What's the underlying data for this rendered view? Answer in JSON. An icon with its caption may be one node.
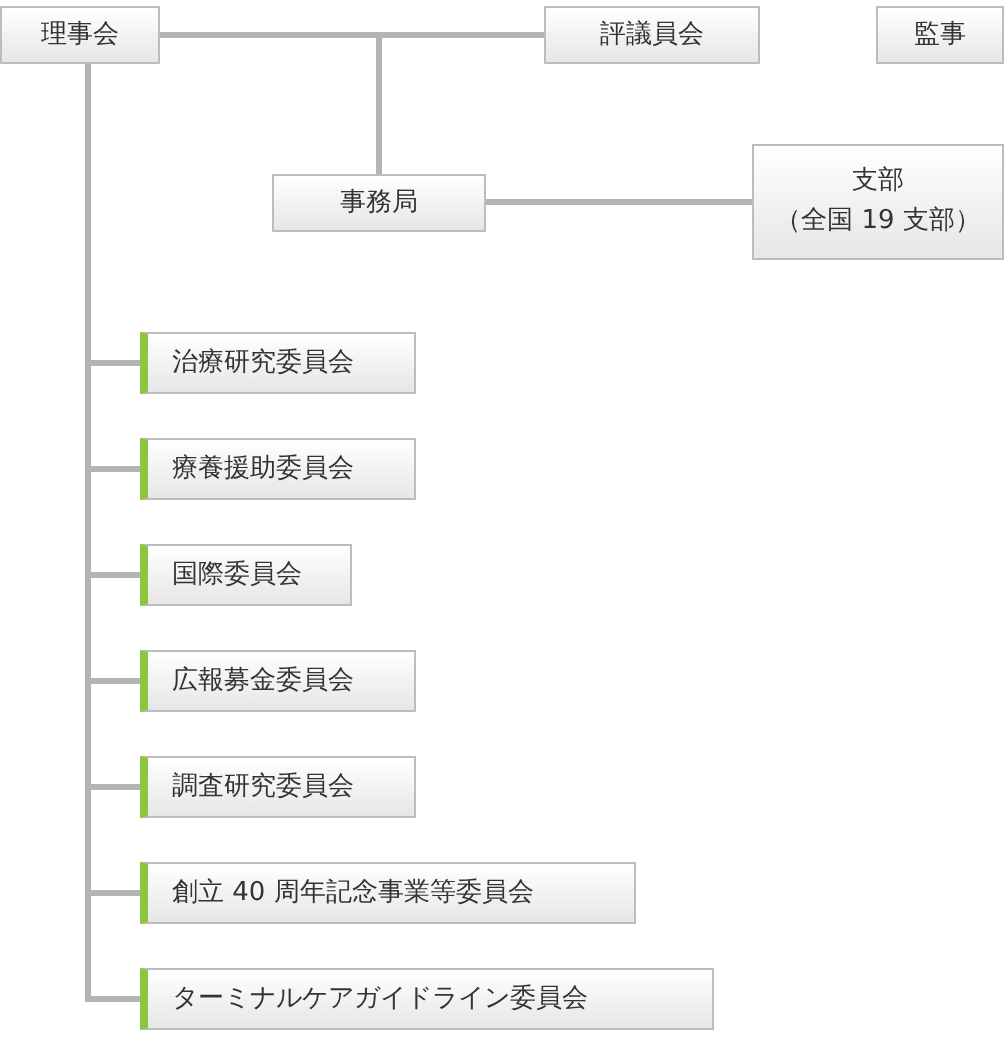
{
  "diagram": {
    "nodes": [
      {
        "text": [
          "理事会"
        ]
      },
      {
        "text": [
          "評議員会"
        ]
      },
      {
        "text": [
          "監事"
        ]
      },
      {
        "text": [
          "事務局"
        ]
      },
      {
        "text": [
          "支部",
          "（全国 19 支部）"
        ]
      },
      {
        "text": [
          "治療研究委員会"
        ]
      },
      {
        "text": [
          "療養援助委員会"
        ]
      },
      {
        "text": [
          "国際委員会"
        ]
      },
      {
        "text": [
          "広報募金委員会"
        ]
      },
      {
        "text": [
          "調査研究委員会"
        ]
      },
      {
        "text": [
          "創立 40 周年記念事業等委員会"
        ]
      },
      {
        "text": [
          "ターミナルケアガイドライン委員会"
        ]
      }
    ],
    "edges": [
      {
        "from": 0,
        "to": 1,
        "arrow": "none"
      },
      {
        "from": 0,
        "to": 3,
        "arrow": "none"
      },
      {
        "from": 3,
        "to": 4,
        "arrow": "none"
      },
      {
        "from": 0,
        "to": 5,
        "arrow": "none"
      },
      {
        "from": 0,
        "to": 6,
        "arrow": "none"
      },
      {
        "from": 0,
        "to": 7,
        "arrow": "none"
      },
      {
        "from": 0,
        "to": 8,
        "arrow": "none"
      },
      {
        "from": 0,
        "to": 9,
        "arrow": "none"
      },
      {
        "from": 0,
        "to": 10,
        "arrow": "none"
      },
      {
        "from": 0,
        "to": 11,
        "arrow": "none"
      }
    ]
  }
}
